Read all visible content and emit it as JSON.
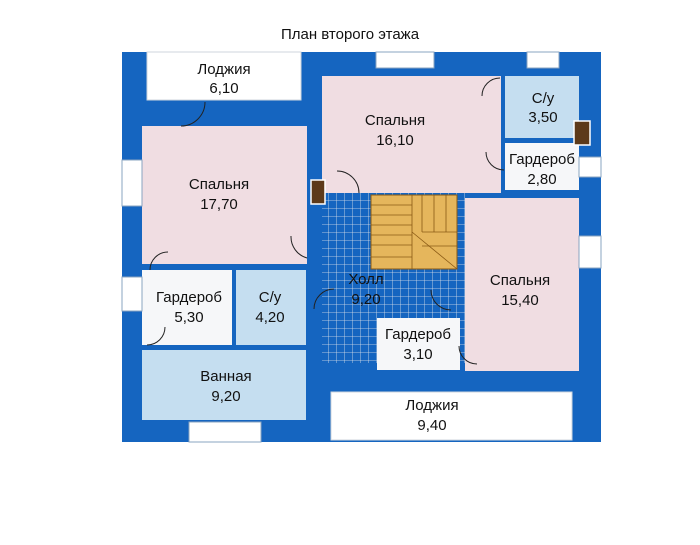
{
  "title": "План второго этажа",
  "colors": {
    "wall": "#1565c0",
    "bedroom": "#f0dde2",
    "wet": "#c5def0",
    "floor": "#f6f7f9",
    "grid": "#dfe4ea",
    "stairs": "#e5b65c",
    "window": "#ffffff"
  },
  "rooms": {
    "loggia_top": {
      "name": "Лоджия",
      "area": "6,10"
    },
    "bedroom_1": {
      "name": "Спальня",
      "area": "17,70"
    },
    "bedroom_2": {
      "name": "Спальня",
      "area": "16,10"
    },
    "bath_top": {
      "name": "С/у",
      "area": "3,50"
    },
    "wardrobe_1": {
      "name": "Гардероб",
      "area": "2,80"
    },
    "wardrobe_2": {
      "name": "Гардероб",
      "area": "5,30"
    },
    "bath_mid": {
      "name": "С/у",
      "area": "4,20"
    },
    "hall": {
      "name": "Холл",
      "area": "9,20"
    },
    "bedroom_3": {
      "name": "Спальня",
      "area": "15,40"
    },
    "wardrobe_3": {
      "name": "Гардероб",
      "area": "3,10"
    },
    "bathroom": {
      "name": "Ванная",
      "area": "9,20"
    },
    "loggia_bot": {
      "name": "Лоджия",
      "area": "9,40"
    }
  }
}
